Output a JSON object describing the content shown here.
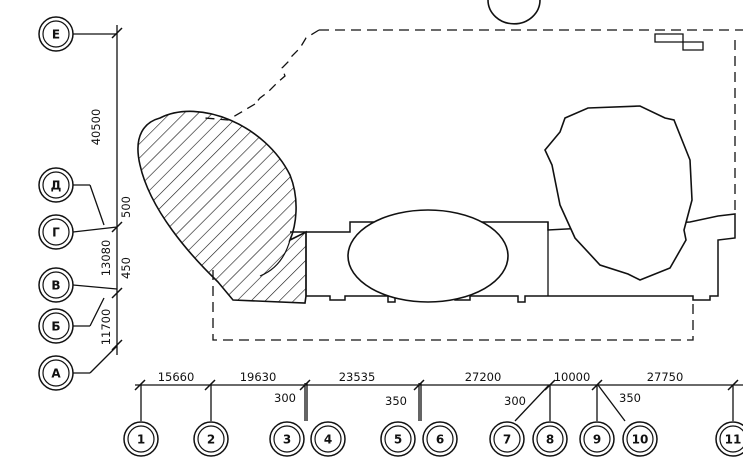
{
  "drawing": {
    "row_axes": [
      {
        "label": "Е"
      },
      {
        "label": "Д"
      },
      {
        "label": "Г"
      },
      {
        "label": "В"
      },
      {
        "label": "Б"
      },
      {
        "label": "А"
      }
    ],
    "column_axes": [
      {
        "label": "1"
      },
      {
        "label": "2"
      },
      {
        "label": "3"
      },
      {
        "label": "4"
      },
      {
        "label": "5"
      },
      {
        "label": "6"
      },
      {
        "label": "7"
      },
      {
        "label": "8"
      },
      {
        "label": "9"
      },
      {
        "label": "10"
      },
      {
        "label": "11"
      }
    ],
    "vertical_dims": [
      {
        "text": "40500"
      },
      {
        "text": "500"
      },
      {
        "text": "13080"
      },
      {
        "text": "450"
      },
      {
        "text": "11700"
      }
    ],
    "horizontal_dims": [
      {
        "text": "15660"
      },
      {
        "text": "19630"
      },
      {
        "text": "23535"
      },
      {
        "text": "27200"
      },
      {
        "text": "10000"
      },
      {
        "text": "27750"
      }
    ],
    "offset_dims": [
      {
        "text": "300"
      },
      {
        "text": "350"
      },
      {
        "text": "300"
      },
      {
        "text": "350"
      }
    ]
  },
  "colors": {
    "line": "#111111",
    "paper": "#ffffff"
  }
}
